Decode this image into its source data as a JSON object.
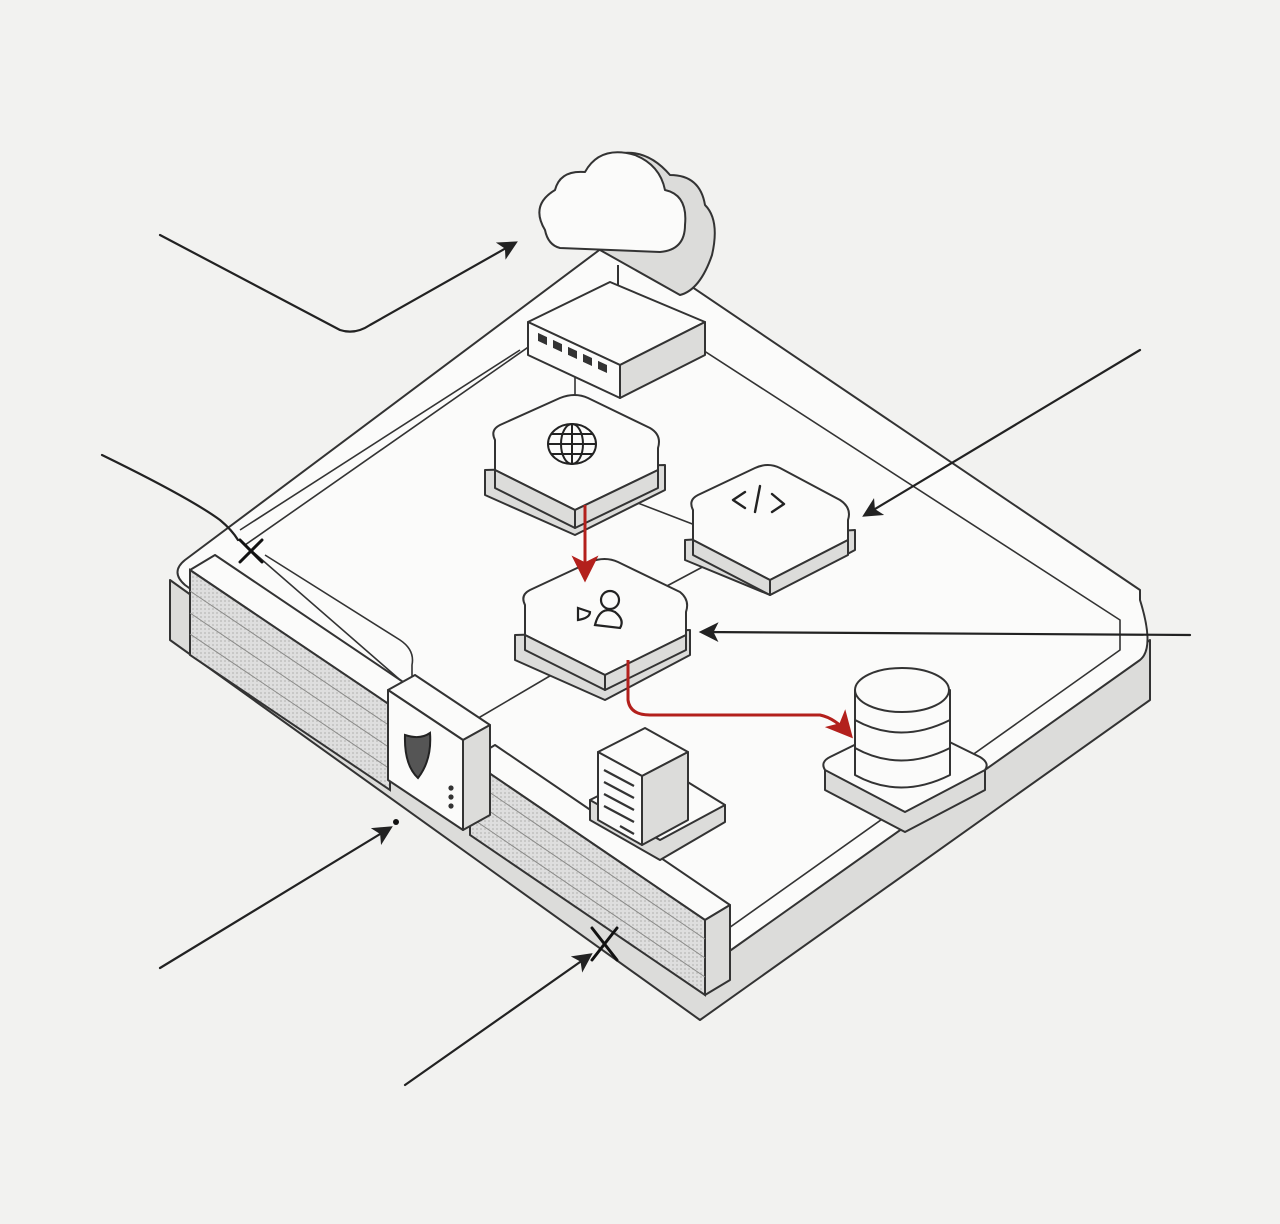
{
  "diagram": {
    "nodes": [
      {
        "id": "cloud",
        "icon": "cloud-icon"
      },
      {
        "id": "router",
        "icon": "router-icon"
      },
      {
        "id": "web",
        "icon": "globe-icon"
      },
      {
        "id": "code",
        "icon": "code-icon"
      },
      {
        "id": "user-service",
        "icon": "user-icon"
      },
      {
        "id": "server",
        "icon": "server-icon"
      },
      {
        "id": "database",
        "icon": "database-icon"
      },
      {
        "id": "firewall-gate",
        "icon": "shield-icon"
      }
    ],
    "highlighted_flow": [
      "web",
      "user-service",
      "database"
    ],
    "blocked_entries": 2,
    "colors": {
      "background": "#f2f2f0",
      "line": "#222222",
      "accent": "#b3201c",
      "surface": "#fbfbfa",
      "shadow": "#dcdcda"
    }
  }
}
